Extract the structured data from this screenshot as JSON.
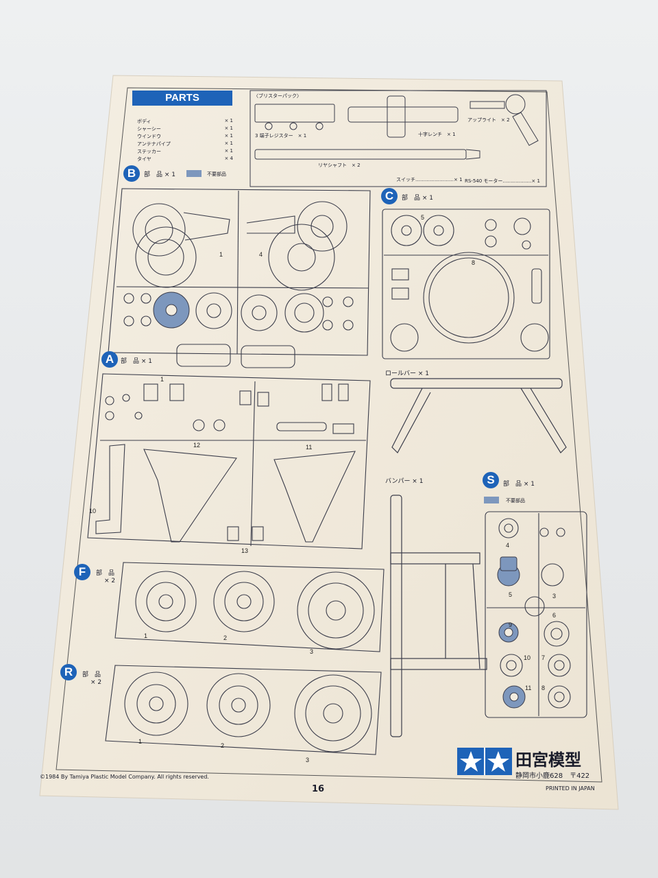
{
  "header": {
    "title": "PARTS"
  },
  "parts_list": [
    {
      "name": "ボディ",
      "qty": "× 1"
    },
    {
      "name": "シャーシー",
      "qty": "× 1"
    },
    {
      "name": "ウインドウ",
      "qty": "× 1"
    },
    {
      "name": "アンテナパイプ",
      "qty": "× 1"
    },
    {
      "name": "ステッカー",
      "qty": "× 1"
    },
    {
      "name": "タイヤ",
      "qty": "× 4"
    }
  ],
  "blister": {
    "title": "〈ブリスターパック〉",
    "items": [
      {
        "label": "3 端子レジスター　× 1"
      },
      {
        "label": "十字レンチ　× 1"
      },
      {
        "label": "アップライト　× 2"
      },
      {
        "label": "リヤシャフト　× 2"
      },
      {
        "label": "スイッチ……………………× 1"
      },
      {
        "label": "RS-540 モーター………………× 1"
      }
    ]
  },
  "sprues": {
    "B": {
      "letter": "B",
      "caption": "部　品 × 1",
      "unneeded": "不要部品"
    },
    "C": {
      "letter": "C",
      "caption": "部　品 × 1"
    },
    "A": {
      "letter": "A",
      "caption": "部　品 × 1"
    },
    "F": {
      "letter": "F",
      "caption": "部　品",
      "qty": "× 2"
    },
    "R": {
      "letter": "R",
      "caption": "部　品",
      "qty": "× 2"
    },
    "S": {
      "letter": "S",
      "caption": "部　品 × 1",
      "unneeded": "不要部品"
    }
  },
  "rollbar": "ロールバー × 1",
  "bumper": "バンパー × 1",
  "footer": {
    "copyright": "©1984 By Tamiya Plastic Model Company. All rights reserved.",
    "page": "16",
    "brand": "田宮模型",
    "address": "静岡市小鹿628　〒422",
    "printed": "PRINTED IN JAPAN"
  },
  "colors": {
    "accent": "#1e63b8",
    "paper": "#f2ece0",
    "ink": "#3a3c4a",
    "unneeded": "#7d97bd"
  }
}
